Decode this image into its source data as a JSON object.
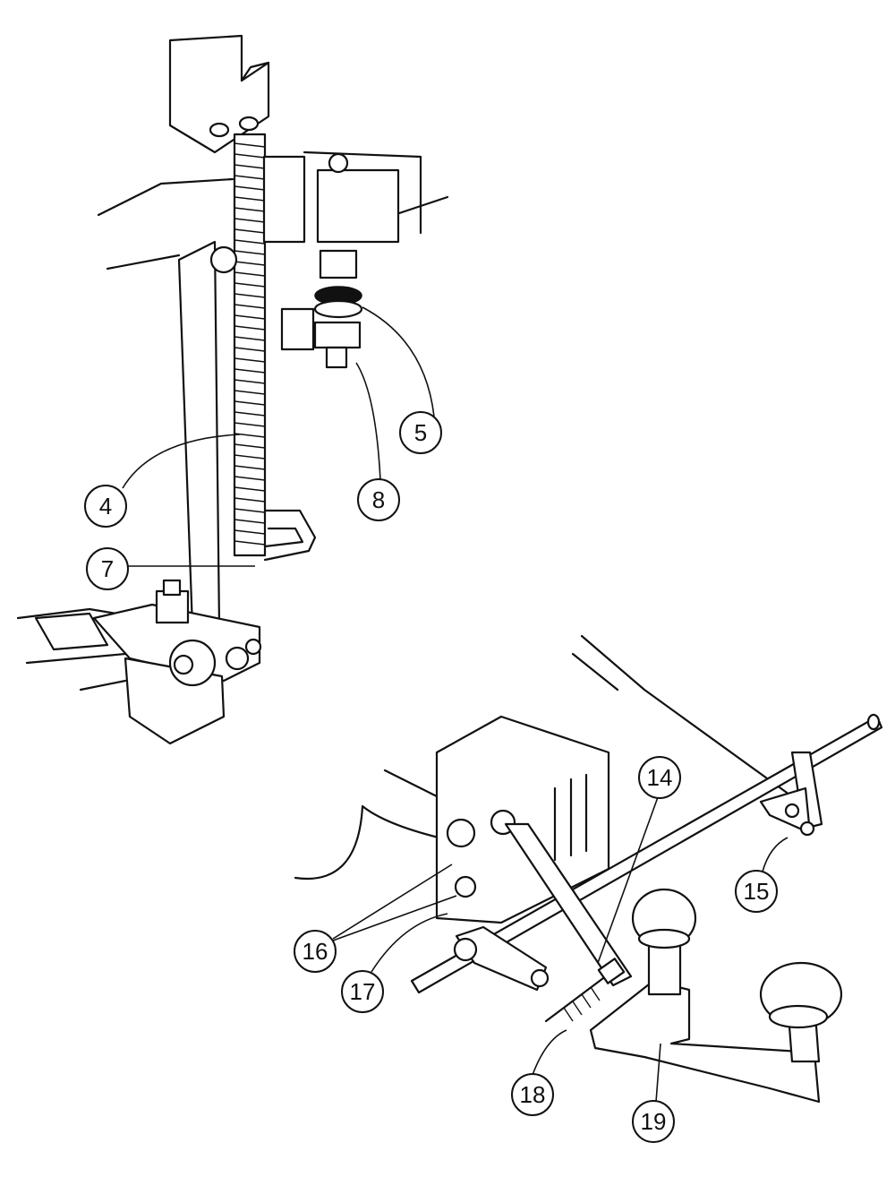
{
  "diagram": {
    "callouts": {
      "c4": "4",
      "c5": "5",
      "c7": "7",
      "c8": "8",
      "c14": "14",
      "c15": "15",
      "c16": "16",
      "c17": "17",
      "c18": "18",
      "c19": "19"
    }
  }
}
